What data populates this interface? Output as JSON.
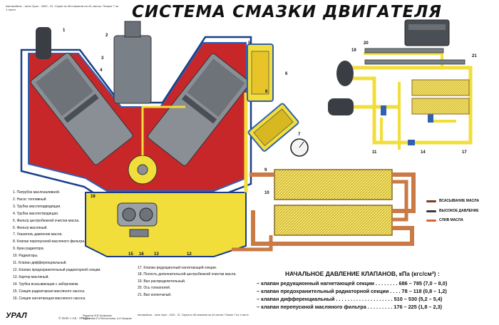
{
  "header_note": "Автомобиль - тягач Урал - 4320 - 31. Серия из 48 плакатов на 44 листах. Плакат 7 на 1 листе.",
  "title": "СИСТЕМА СМАЗКИ ДВИГАТЕЛЯ",
  "legend_left": [
    "1. Патрубок маслозаливной.",
    "2. Насос топливный.",
    "3. Трубка маслоподводящая.",
    "4. Трубка маслоотводящая.",
    "5. Фильтр центробежной очистки масла.",
    "6. Фильтр масляный.",
    "7. Указатель давления масла.",
    "8. Клапан перепускной масляного фильтра.",
    "9. Кран радиатора.",
    "10. Радиаторы.",
    "11. Клапан дифференциальный.",
    "12. Клапан предохранительный радиаторной секции.",
    "13. Картер масляный.",
    "14. Трубка всасывающая с заборником.",
    "15. Секция радиаторная масляного насоса.",
    "16. Секция нагнетающая масляного насоса."
  ],
  "legend_right": [
    "17. Клапан редукционный нагнетающей секции.",
    "18. Полость дополнительной центробежной очистки масла.",
    "19. Вал распределительный.",
    "20. Ось толкателей.",
    "21. Вал коленчатый."
  ],
  "flow_legend": [
    {
      "label": "ВСАСЫВАНИЕ МАСЛА",
      "color": "#7a3e1c"
    },
    {
      "label": "ВЫСОКОЕ ДАВЛЕНИЕ",
      "color": "#3a3a3a"
    },
    {
      "label": "СЛИВ МАСЛА",
      "color": "#d9642a"
    }
  ],
  "valves": {
    "title": "НАЧАЛЬНОЕ ДАВЛЕНИЕ КЛАПАНОВ, кПа (кгс/см²) :",
    "rows": [
      "– клапан редукционный нагнетающей секции . . . . . . . . 686 – 785  (7,0 – 8,0)",
      "– клапан предохранительный радиаторной секции . . . . 78 – 118  (0,8 – 1,2)",
      "– клапан дифференциальный  . . . . . . . . . . . . . . . . . . . . 510 – 530  (5,2 – 5,4)",
      "– клапан перепускной масляного фильтра  . . . . . . . . . 176 – 225  (1,8 – 2,3)"
    ]
  },
  "footer": {
    "logo": "УРАЛ",
    "copyright": "© ОАО « АЗ - УРАЛ »",
    "credits": [
      "Редактор В.В.Трофимов.",
      "Художники Е.И.Бесчеснова, А.И.Захаров."
    ],
    "mid": "Автомобиль - тягач Урал - 4320 - 31. Серия из 48 плакатов на 44 листах. Плакат 7 на 1 листе."
  },
  "callouts": [
    "1",
    "2",
    "3",
    "4",
    "5",
    "6",
    "7",
    "8",
    "9",
    "10",
    "11",
    "12",
    "13",
    "14",
    "15",
    "16",
    "17",
    "18",
    "19",
    "20",
    "21"
  ],
  "colors": {
    "oil_yellow": "#f2de3a",
    "red_cavity": "#c8272a",
    "pipe_copper": "#c97a45",
    "engine_grey": "#7a8088",
    "blue_outline": "#3060b0"
  }
}
